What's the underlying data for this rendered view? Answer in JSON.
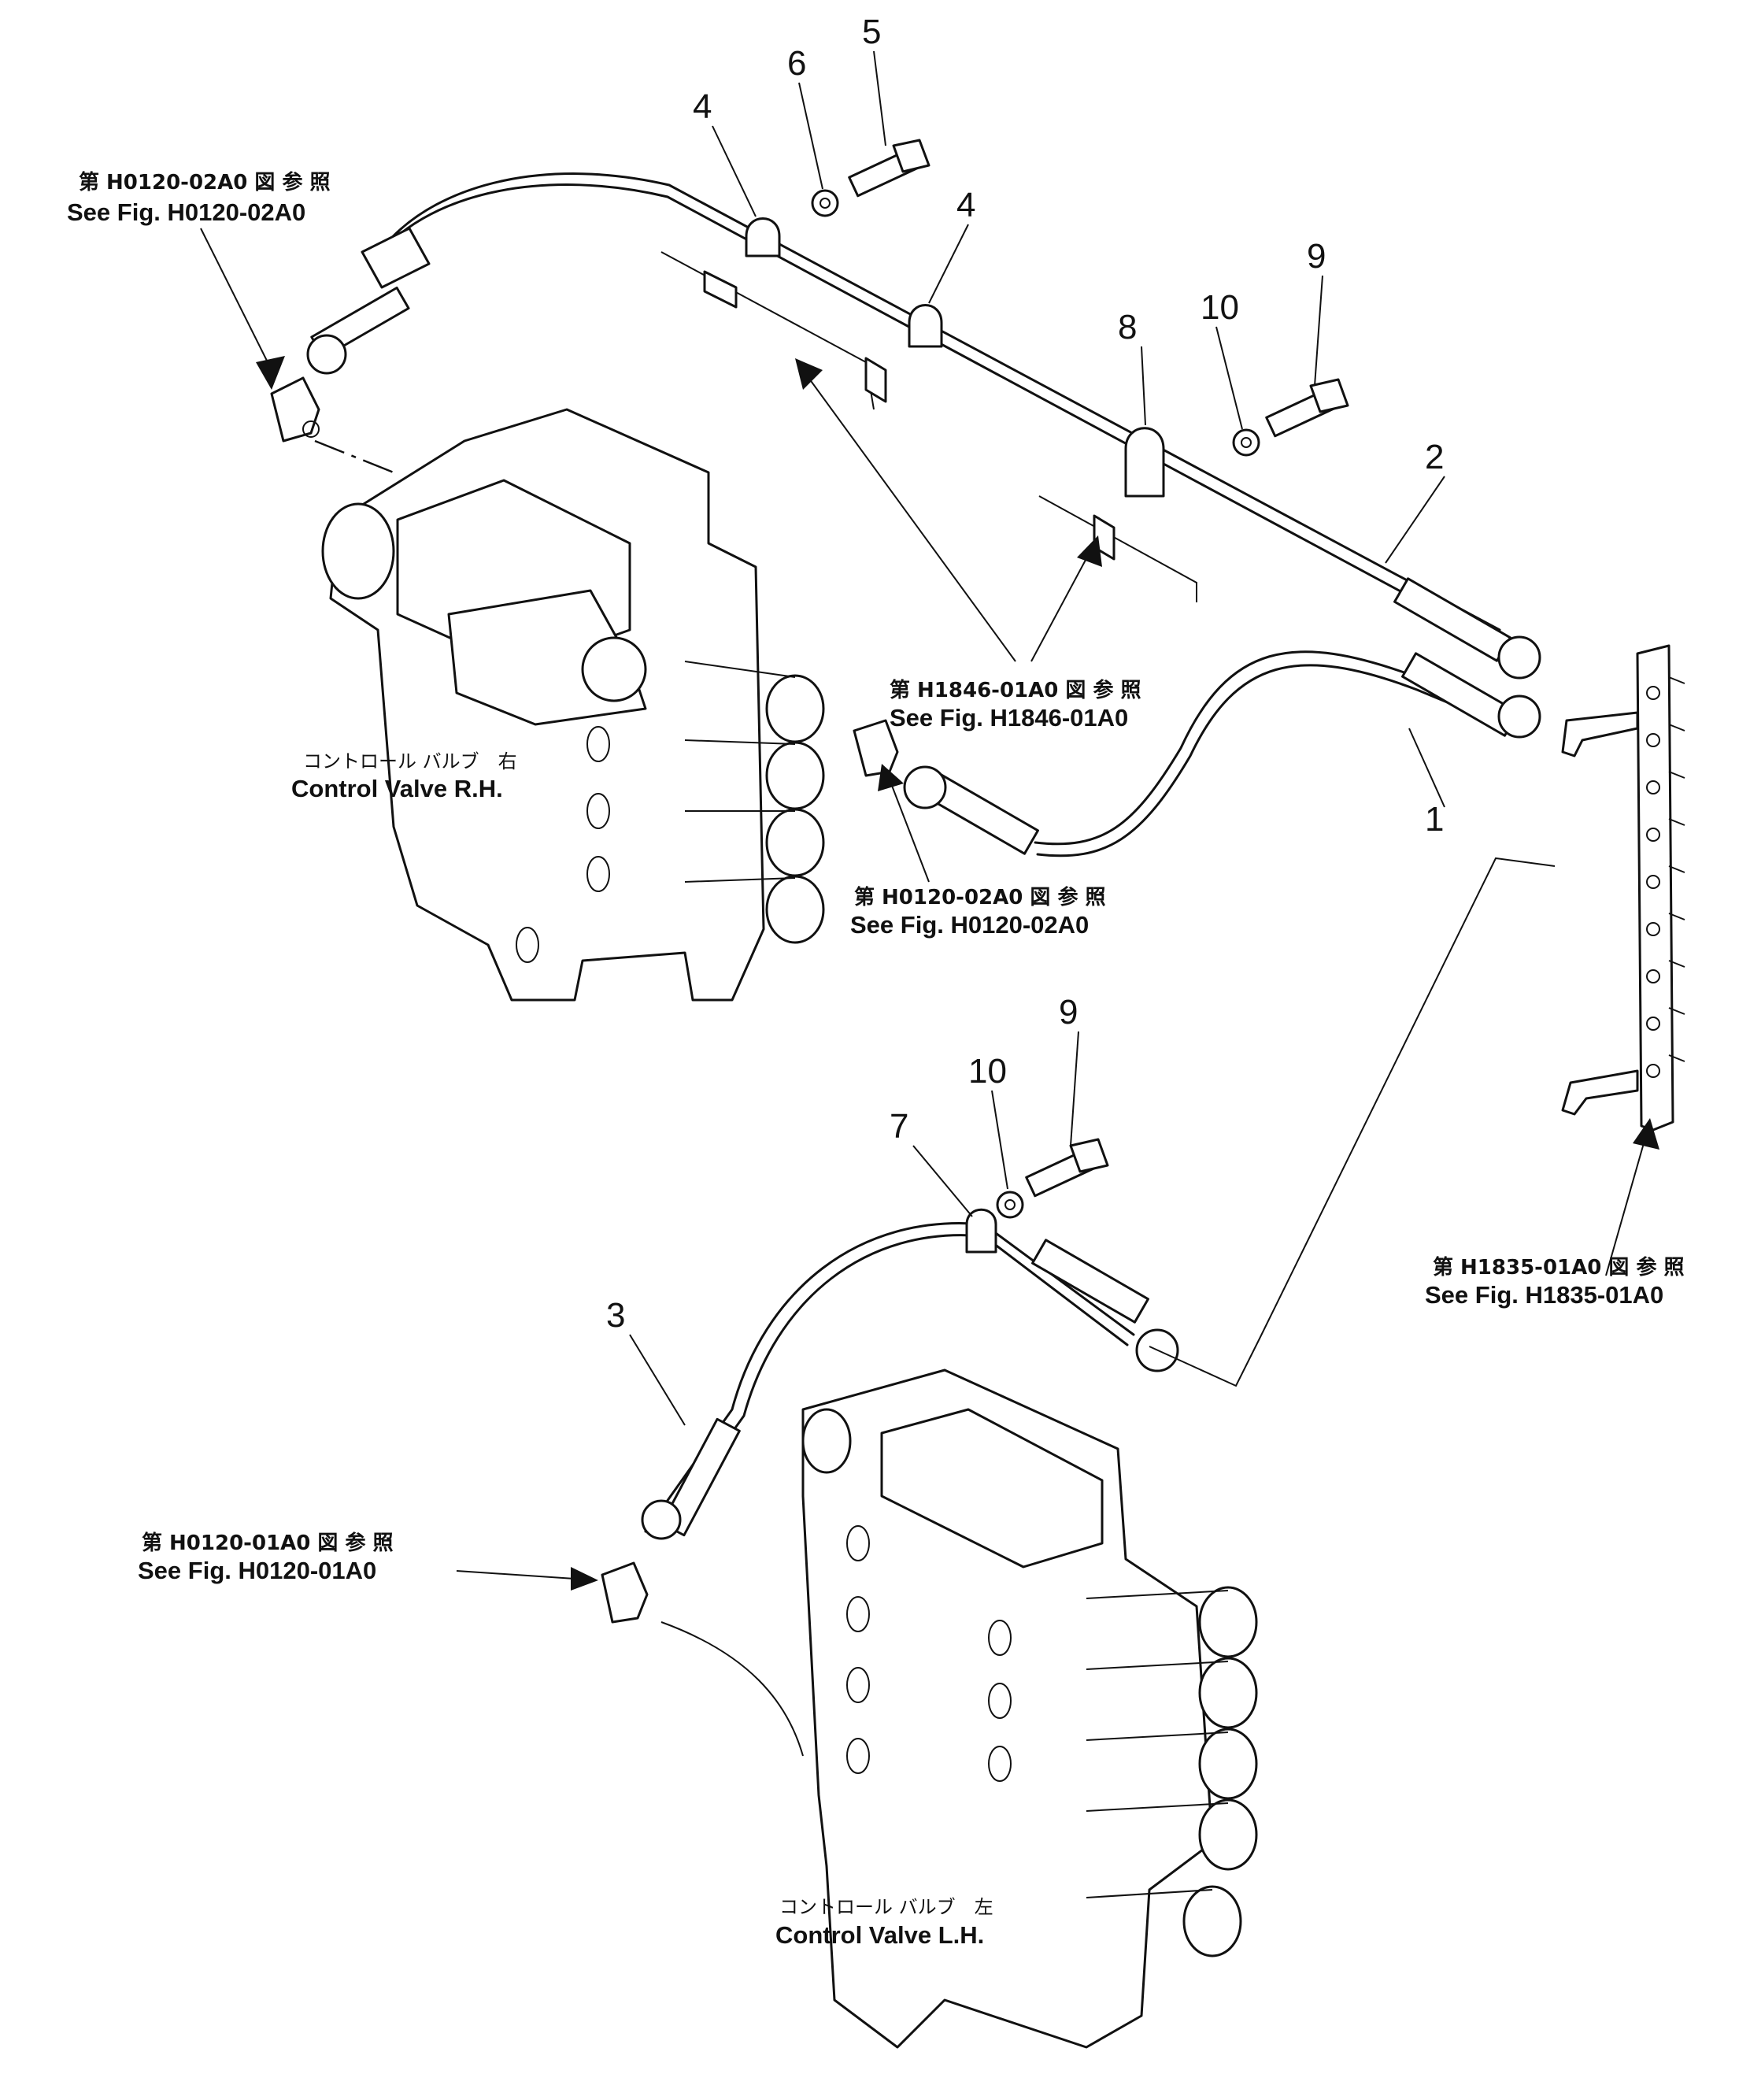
{
  "callouts": {
    "n1": "1",
    "n2": "2",
    "n3": "3",
    "n4a": "4",
    "n4b": "4",
    "n5": "5",
    "n6": "6",
    "n7": "7",
    "n8": "8",
    "n9a": "9",
    "n9b": "9",
    "n10a": "10",
    "n10b": "10"
  },
  "references": {
    "top_left": {
      "jp": "第 H0120-02A0 図 参 照",
      "en": "See Fig. H0120-02A0"
    },
    "center": {
      "jp": "第 H1846-01A0 図 参 照",
      "en": "See Fig. H1846-01A0"
    },
    "mid": {
      "jp": "第 H0120-02A0 図 参 照",
      "en": "See Fig. H0120-02A0"
    },
    "right": {
      "jp": "第 H1835-01A0 図 参 照",
      "en": "See Fig. H1835-01A0"
    },
    "bottom_left": {
      "jp": "第 H0120-01A0 図 参 照",
      "en": "See Fig. H0120-01A0"
    }
  },
  "valves": {
    "rh": {
      "jp": "コントロール バルブ　右",
      "en": "Control Valve R.H."
    },
    "lh": {
      "jp": "コントロール バルブ　左",
      "en": "Control Valve L.H."
    }
  },
  "icons": [
    "hose-icon",
    "clamp-icon",
    "bolt-icon",
    "washer-icon",
    "elbow-fitting-icon",
    "control-valve-icon",
    "manifold-block-icon"
  ]
}
